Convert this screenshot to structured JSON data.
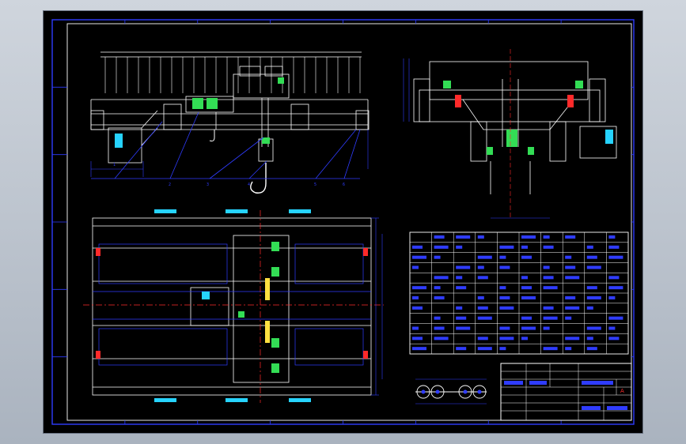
{
  "viewer": {
    "background": "#b9c1cc",
    "sheet_background": "#000000"
  },
  "colors": {
    "frame": "#2f3cff",
    "outline": "#ffffff",
    "structure": "#2f3cff",
    "centerline": "#ff2a2a",
    "green": "#33dd55",
    "cyan": "#26d3ff",
    "yellow": "#ffe040",
    "magenta": "#ff44ff"
  },
  "title_block": {
    "mark": "A"
  },
  "parts_table": {
    "rows": 12,
    "columns": 10
  },
  "views": [
    "front-elevation",
    "side-elevation",
    "plan-view",
    "wheel-detail"
  ]
}
